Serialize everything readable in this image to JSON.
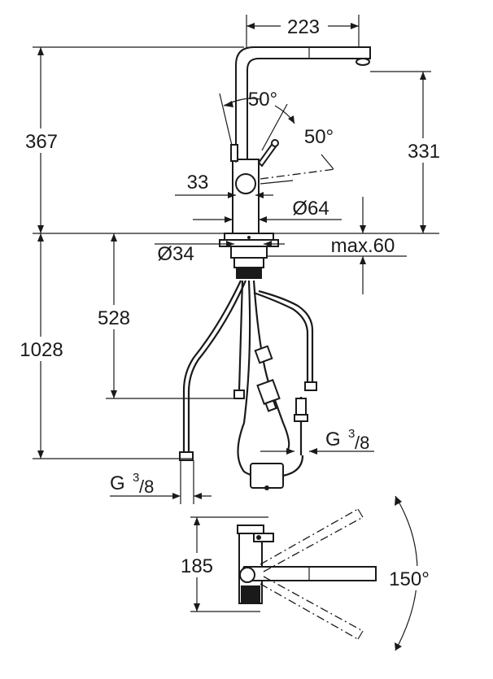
{
  "diagram": {
    "dimensions": {
      "spout_reach": "223",
      "total_height": "367",
      "spout_height": "331",
      "lever_angle_left": "50°",
      "lever_angle_right": "50°",
      "lever_offset": "33",
      "body_diameter": "Ø64",
      "hole_diameter": "Ø34",
      "max_thickness": "max.60",
      "hose_length_short": "528",
      "hose_length_long": "1028",
      "connection_right_main": "G",
      "connection_right_num": "3",
      "connection_right_den": "/8",
      "connection_left_main": "G",
      "connection_left_num": "3",
      "connection_left_den": "/8",
      "side_height": "185",
      "swivel_angle": "150°"
    }
  }
}
